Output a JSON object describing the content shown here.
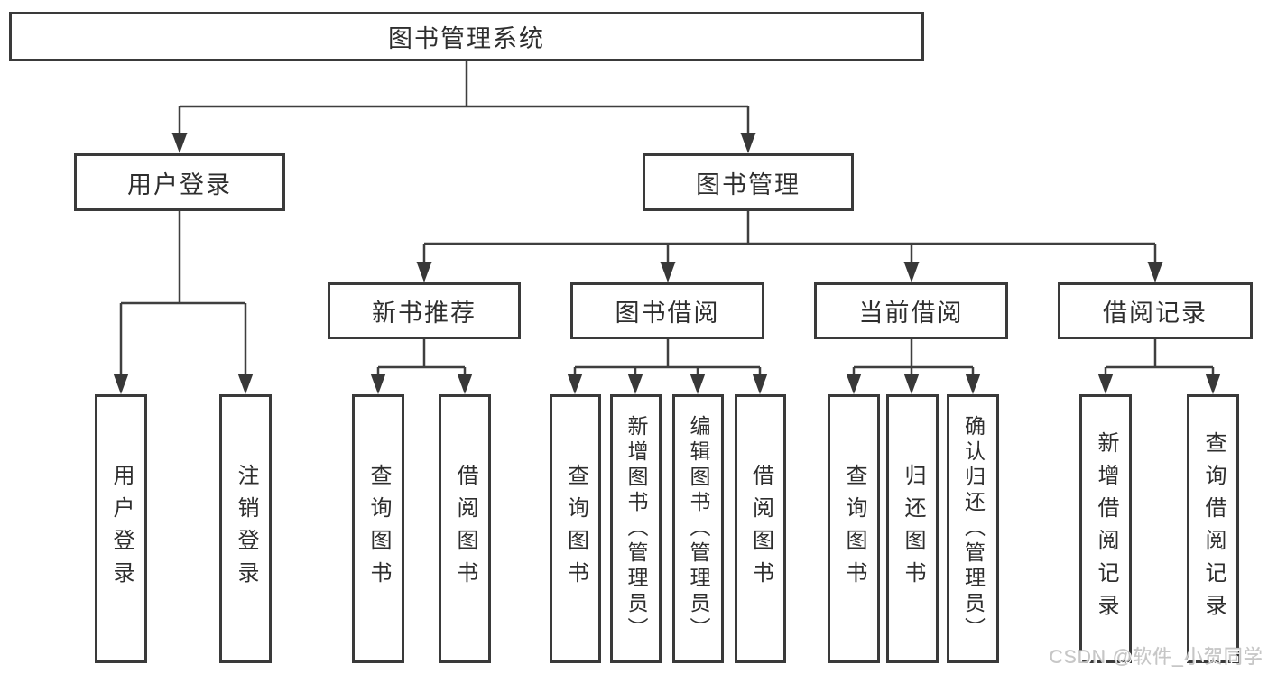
{
  "diagram": {
    "root": {
      "label": "图书管理系统"
    },
    "level2": [
      {
        "id": "user-login",
        "label": "用户登录"
      },
      {
        "id": "book-management",
        "label": "图书管理"
      }
    ],
    "level3": [
      {
        "id": "new-book-recommend",
        "label": "新书推荐"
      },
      {
        "id": "book-borrowing",
        "label": "图书借阅"
      },
      {
        "id": "current-borrowing",
        "label": "当前借阅"
      },
      {
        "id": "borrowing-records",
        "label": "借阅记录"
      }
    ],
    "leaves": [
      {
        "id": "user-login-leaf",
        "label": "用户登录"
      },
      {
        "id": "logout",
        "label": "注销登录"
      },
      {
        "id": "nb-query-book",
        "label": "查询图书"
      },
      {
        "id": "nb-borrow-book",
        "label": "借阅图书"
      },
      {
        "id": "bb-query-book",
        "label": "查询图书"
      },
      {
        "id": "bb-add-book-admin",
        "label": "新增图书（管理员）"
      },
      {
        "id": "bb-edit-book-admin",
        "label": "编辑图书（管理员）"
      },
      {
        "id": "bb-borrow-book",
        "label": "借阅图书"
      },
      {
        "id": "cb-query-book",
        "label": "查询图书"
      },
      {
        "id": "cb-return-book",
        "label": "归还图书"
      },
      {
        "id": "cb-confirm-return-admin",
        "label": "确认归还（管理员）"
      },
      {
        "id": "br-add-record",
        "label": "新增借阅记录"
      },
      {
        "id": "br-query-record",
        "label": "查询借阅记录"
      }
    ]
  },
  "watermark": {
    "text": "CSDN @软件_小贺同学",
    "color": "#c6c6c6"
  },
  "colors": {
    "line": "#3f3f3f",
    "arrowhead": "#383838",
    "box_border": "#3a3a3a",
    "text": "#2e2e2e",
    "background": "#ffffff"
  }
}
